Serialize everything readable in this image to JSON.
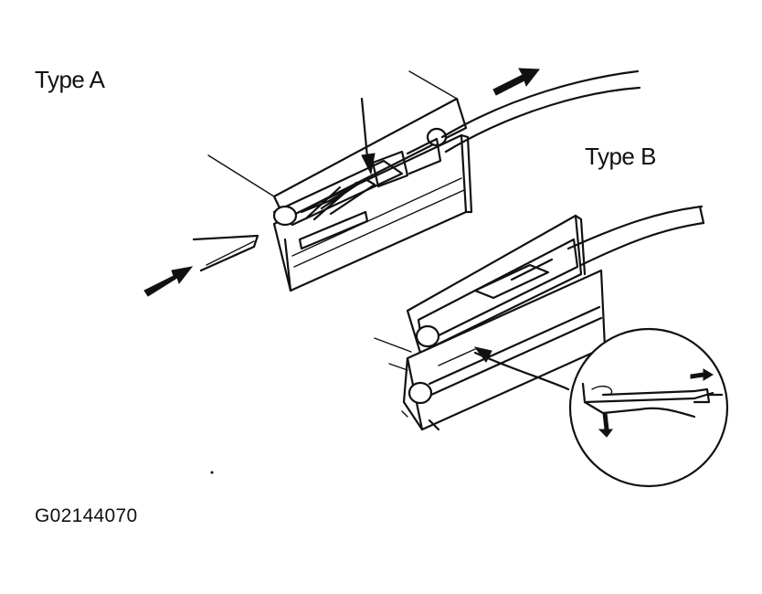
{
  "labels": {
    "type_a": "Type A",
    "type_b": "Type B",
    "figure_code": "G02144070"
  },
  "colors": {
    "line": "#111111",
    "background": "#ffffff"
  }
}
